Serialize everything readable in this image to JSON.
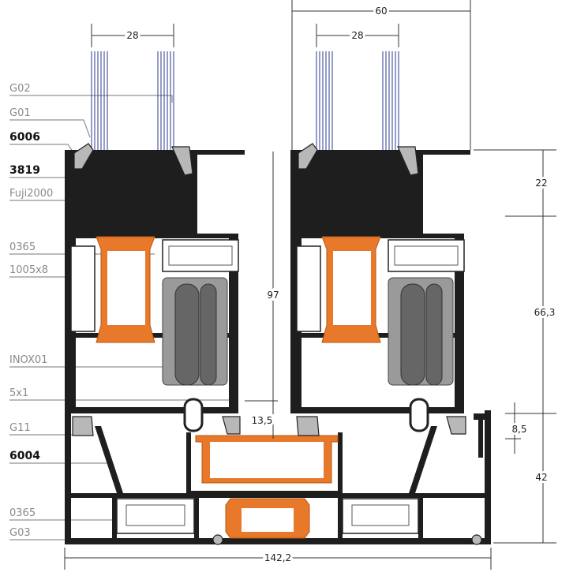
{
  "labels_left": [
    {
      "text": "G02",
      "bold": false
    },
    {
      "text": "G01",
      "bold": false
    },
    {
      "text": "6006",
      "bold": true
    },
    {
      "text": "3819",
      "bold": true
    },
    {
      "text": "Fuji2000",
      "bold": false
    },
    {
      "text": "0365",
      "bold": false
    },
    {
      "text": "1005x8",
      "bold": false
    },
    {
      "text": "INOX01",
      "bold": false
    },
    {
      "text": "5x1",
      "bold": false
    },
    {
      "text": "G11",
      "bold": false
    },
    {
      "text": "6004",
      "bold": true
    },
    {
      "text": "0365",
      "bold": false
    },
    {
      "text": "G03",
      "bold": false
    }
  ],
  "dimensions": {
    "glass_left": "28",
    "glass_right": "28",
    "sash_width": "60",
    "right_top": "22",
    "right_mid": "66,3",
    "right_small": "8,5",
    "right_bottom": "42",
    "center_height": "97",
    "center_low": "13,5",
    "total_width": "142,2"
  },
  "colors": {
    "profile": "#1e1e1e",
    "thermal_break": "#e8782a",
    "glazing": "#2b3a8f",
    "gasket": "#b8b8b8"
  }
}
